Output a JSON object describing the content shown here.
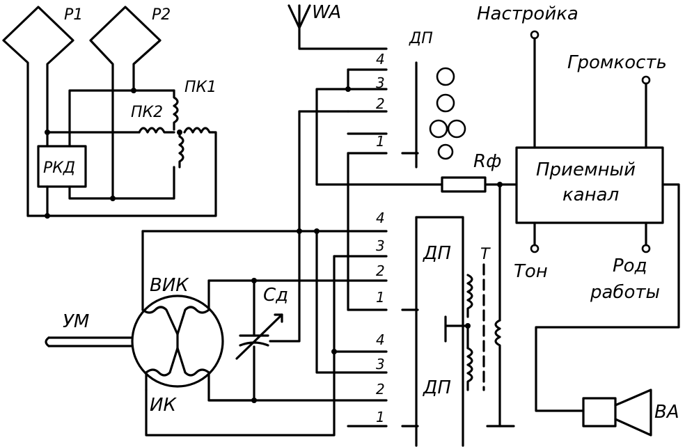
{
  "labels": {
    "p1": "P1",
    "p2": "P2",
    "wa": "WA",
    "dp_top": "ДП",
    "nastroika": "Настройка",
    "gromkost": "Громкость",
    "pk1": "ПК1",
    "pk2": "ПК2",
    "rkd": "РКД",
    "rf": "Rф",
    "priemny1": "Приемный",
    "priemny2": "канал",
    "ton": "Тон",
    "rod1": "Род",
    "rod2": "работы",
    "vik": "ВИК",
    "cd": "Cд",
    "um": "УМ",
    "ik": "ИК",
    "t": "T",
    "dp_mid": "ДП",
    "dp_bot": "ДП",
    "ba": "ВА"
  },
  "switch_contacts": {
    "group1": [
      "4",
      "3",
      "2",
      "1"
    ],
    "group2": [
      "4",
      "3",
      "2",
      "1"
    ],
    "group3": [
      "4",
      "3",
      "2",
      "1"
    ]
  },
  "colors": {
    "ink": "#000000",
    "paper": "#ffffff"
  }
}
